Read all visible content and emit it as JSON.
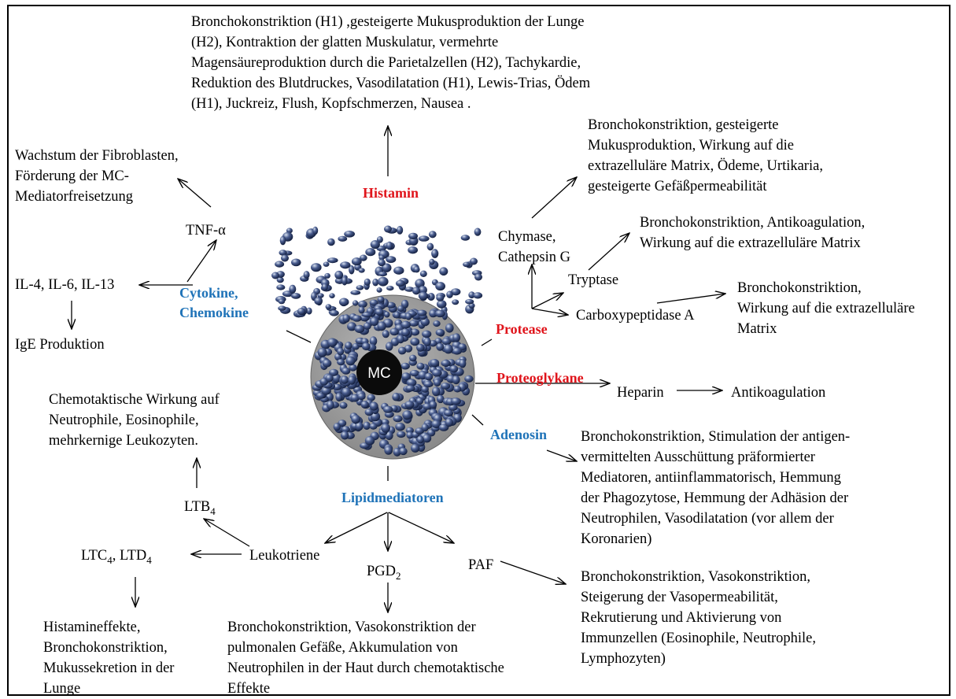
{
  "center_label": "MC",
  "categories": {
    "histamin": "Histamin",
    "cytokine": "Cytokine,",
    "chemokine": "Chemokine",
    "protease": "Protease",
    "proteoglykane": "Proteoglykane",
    "adenosin": "Adenosin",
    "lipidmediatoren": "Lipidmediatoren"
  },
  "colors": {
    "red": "#e0141b",
    "blue": "#1f73b8"
  },
  "histamin_effects": [
    "Bronchokonstriktion (H1) ,gesteigerte Mukusproduktion der Lunge",
    "(H2), Kontraktion der glatten Muskulatur, vermehrte",
    "Magensäureproduktion durch die Parietalzellen (H2), Tachykardie,",
    "Reduktion des Blutdruckes, Vasodilatation (H1), Lewis-Trias, Ödem",
    "(H1), Juckreiz, Flush, Kopfschmerzen, Nausea ."
  ],
  "cytokine": {
    "tnf": "TNF-α",
    "tnf_effects": [
      "Wachstum der Fibroblasten,",
      "Förderung der MC-",
      "Mediatorfreisetzung"
    ],
    "interleukins": "IL-4, IL-6, IL-13",
    "ige": "IgE Produktion"
  },
  "protease": {
    "chymase": [
      "Chymase,",
      "Cathepsin G"
    ],
    "chymase_effects": [
      "Bronchokonstriktion, gesteigerte",
      "Mukusproduktion, Wirkung auf die",
      "extrazelluläre Matrix, Ödeme, Urtikaria,",
      "gesteigerte Gefäßpermeabilität"
    ],
    "tryptase": "Tryptase",
    "tryptase_effects": [
      "Bronchokonstriktion, Antikoagulation,",
      "Wirkung auf die extrazelluläre Matrix"
    ],
    "carboxypeptidase": "Carboxypeptidase A",
    "carboxypeptidase_effects": [
      "Bronchokonstriktion,",
      "Wirkung auf die extrazelluläre",
      "Matrix"
    ]
  },
  "proteoglykane": {
    "heparin": "Heparin",
    "effect": "Antikoagulation"
  },
  "adenosin_effects": [
    "Bronchokonstriktion, Stimulation der antigen-",
    "vermittelten Ausschüttung präformierter",
    "Mediatoren, antiinflammatorisch, Hemmung",
    "der Phagozytose, Hemmung der Adhäsion der",
    "Neutrophilen, Vasodilatation (vor allem der",
    "Koronarien)"
  ],
  "lipid": {
    "leukotriene": "Leukotriene",
    "ltb4": "LTB",
    "ltb4_sub": "4",
    "ltb4_effects": [
      "Chemotaktische Wirkung auf",
      "Neutrophile, Eosinophile,",
      "mehrkernige Leukozyten."
    ],
    "ltc4": "LTC",
    "ltc4_sub": "4",
    "ltd4": ", LTD",
    "ltd4_sub": "4",
    "ltc_effects": [
      "Histamineffekte,",
      "Bronchokonstriktion,",
      "Mukussekretion in der",
      "Lunge"
    ],
    "pgd2": "PGD",
    "pgd2_sub": "2",
    "pgd2_effects": [
      "Bronchokonstriktion, Vasokonstriktion der",
      "pulmonalen Gefäße, Akkumulation von",
      "Neutrophilen in der Haut durch chemotaktische",
      "Effekte"
    ],
    "paf": "PAF",
    "paf_effects": [
      "Bronchokonstriktion, Vasokonstriktion,",
      "Steigerung der Vasopermeabilität,",
      "Rekrutierung und Aktivierung von",
      "Immunzellen (Eosinophile, Neutrophile,",
      "Lymphozyten)"
    ]
  }
}
